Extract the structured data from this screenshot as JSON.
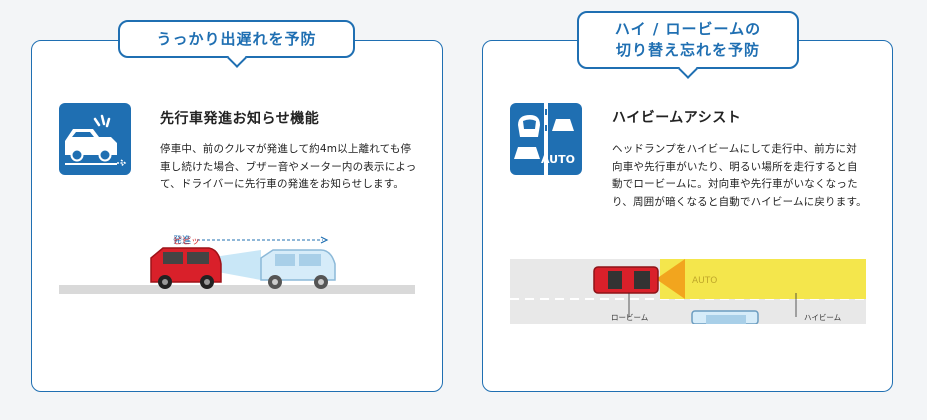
{
  "features": [
    {
      "bubble": "うっかり出遅れを予防",
      "title": "先行車発進お知らせ機能",
      "description": "停車中、前のクルマが発進して約4m以上離れても停車し続けた場合、ブザー音やメーター内の表示によって、ドライバーに先行車の発進をお知らせします。",
      "illus_labels": {
        "beep": "ピピッ",
        "start": "発進"
      }
    },
    {
      "bubble_lines": [
        "ハイ / ロービームの",
        "切り替え忘れを予防"
      ],
      "title": "ハイビームアシスト",
      "icon_label": "AUTO",
      "description": "ヘッドランプをハイビームにして走行中、前方に対向車や先行車がいたり、明るい場所を走行すると自動でロービームに。対向車や先行車がいなくなったり、周囲が暗くなると自動でハイビームに戻ります。",
      "illus_labels": {
        "auto": "AUTO",
        "low": "ロービーム",
        "high": "ハイビーム"
      }
    }
  ]
}
